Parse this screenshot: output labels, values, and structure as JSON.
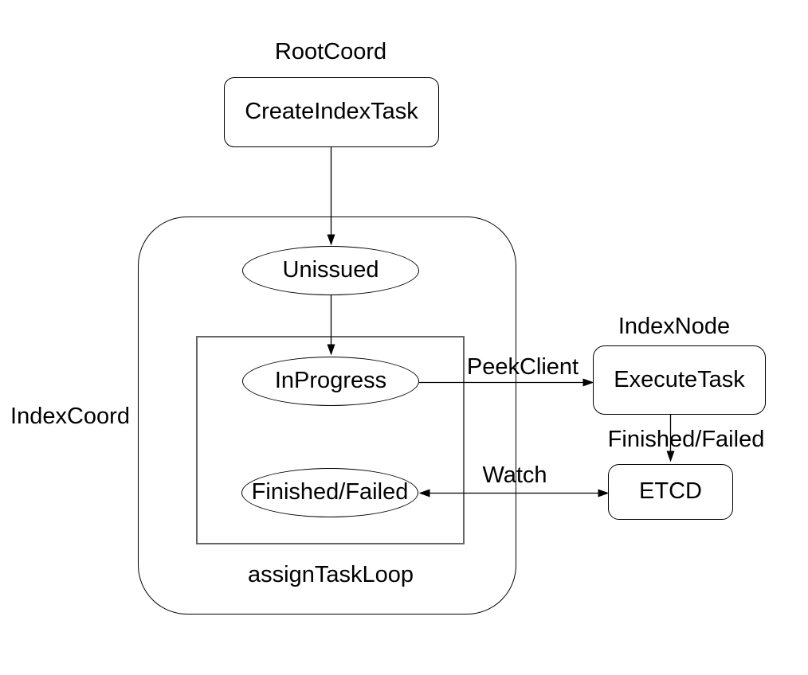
{
  "diagram": {
    "background_color": "#ffffff",
    "stroke_color": "#000000",
    "inner_box_stroke_color": "#666666",
    "text_color": "#000000",
    "group_labels": {
      "root_coord": "RootCoord",
      "index_coord": "IndexCoord",
      "index_node": "IndexNode",
      "assign_task_loop": "assignTaskLoop"
    },
    "nodes": {
      "create_index_task": "CreateIndexTask",
      "unissued": "Unissued",
      "in_progress": "InProgress",
      "finished_failed": "Finished/Failed",
      "execute_task": "ExecuteTask",
      "etcd": "ETCD"
    },
    "edge_labels": {
      "peek_client": "PeekClient",
      "finished_failed": "Finished/Failed",
      "watch": "Watch"
    }
  }
}
